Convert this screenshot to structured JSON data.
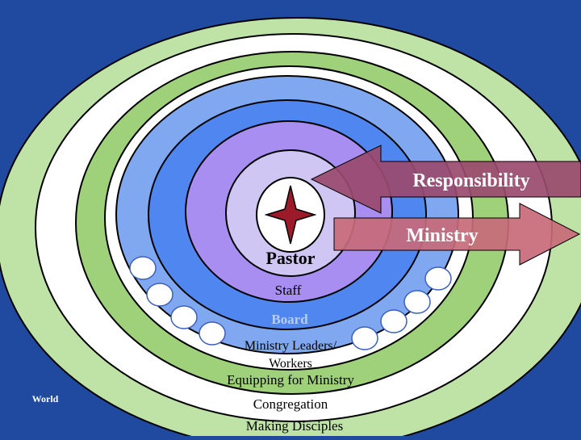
{
  "diagram": {
    "world_label": "World",
    "rings": [
      {
        "name": "outer-light-green-ring",
        "color": "#bfe3a6"
      },
      {
        "name": "white-ring-1",
        "color": "#ffffff"
      },
      {
        "name": "green-ring",
        "color": "#9fd07a"
      },
      {
        "name": "white-ring-2",
        "color": "#ffffff"
      },
      {
        "name": "light-blue-ring",
        "color": "#7fa8f0"
      },
      {
        "name": "blue-ring",
        "color": "#4f86ef"
      },
      {
        "name": "purple-ring",
        "color": "#a78ef0"
      },
      {
        "name": "lavender-ring",
        "color": "#cfc6f4"
      },
      {
        "name": "center-circle",
        "color": "#ffffff"
      }
    ],
    "center_icon": "compass-star-icon",
    "labels": {
      "pastor": "Pastor",
      "staff": "Staff",
      "board": "Board",
      "ministry_leaders": "Ministry Leaders/",
      "workers": "Workers",
      "equipping": "Equipping for Ministry",
      "congregation": "Congregation",
      "making_disciples": "Making Disciples"
    },
    "arrows": {
      "responsibility": {
        "label": "Responsibility",
        "direction": "left",
        "color": "#9a4a6e"
      },
      "ministry": {
        "label": "Ministry",
        "direction": "right",
        "color": "#c86a7a"
      }
    },
    "colors": {
      "background": "#1f4aa0",
      "star": "#9b1b2a",
      "board_text": "#b8cdf4"
    }
  }
}
